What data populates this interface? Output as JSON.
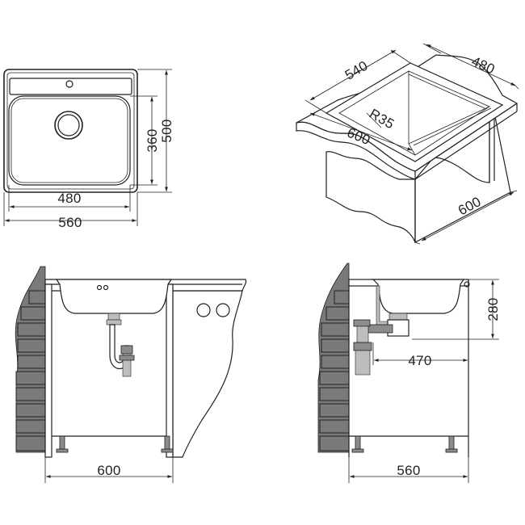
{
  "top_view": {
    "width_outer": "560",
    "width_bowl": "480",
    "depth_outer": "500",
    "depth_bowl": "360"
  },
  "iso_view": {
    "bowl_length": "540",
    "bowl_width": "480",
    "corner_radius": "R35",
    "cabinet_width": "600",
    "cabinet_depth": "600"
  },
  "front_view": {
    "cabinet_width": "600"
  },
  "side_view": {
    "bowl_height": "280",
    "drain_offset": "470",
    "cabinet_depth": "560"
  }
}
